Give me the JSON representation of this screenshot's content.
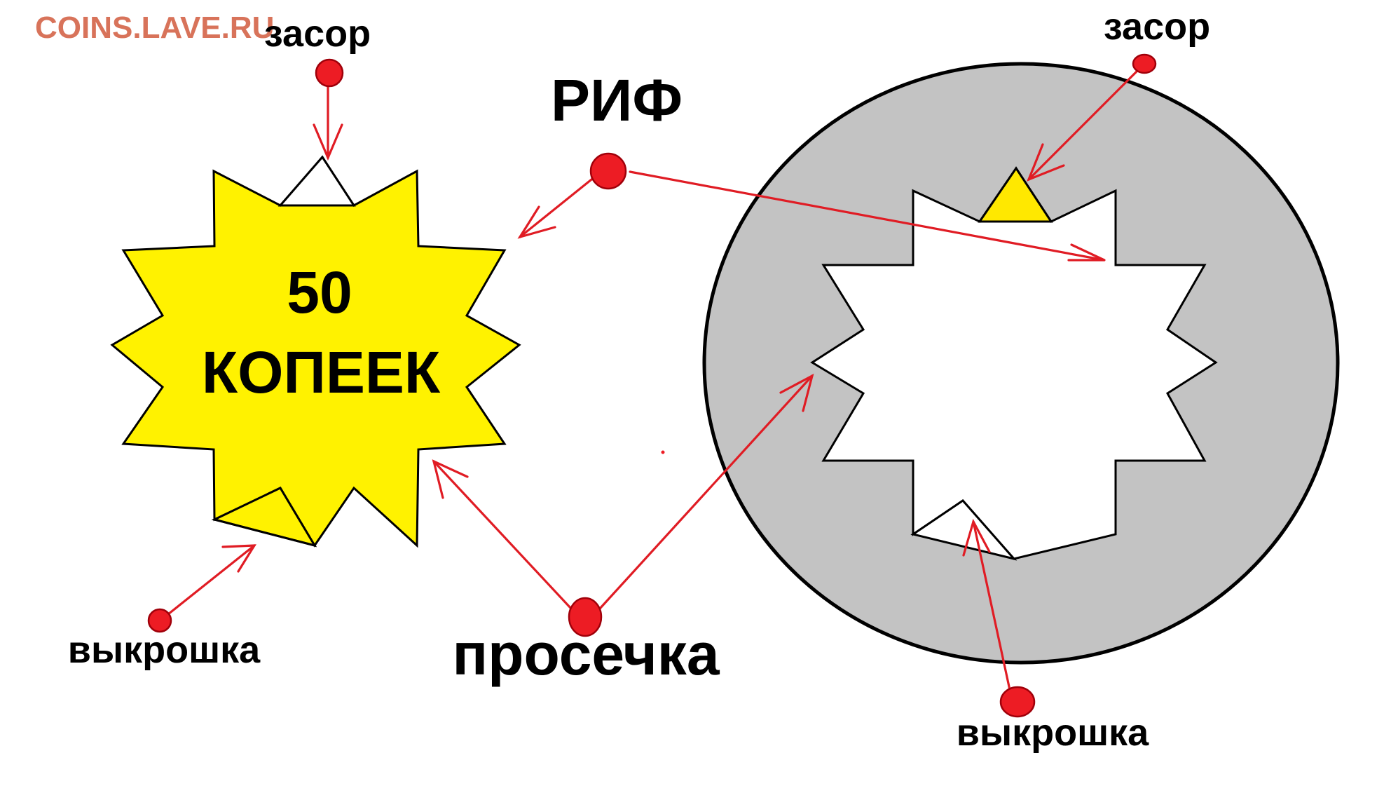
{
  "watermark": "COINS.LAVE.RU",
  "coin": {
    "line1": "50",
    "line2": "КОПЕЕК",
    "fill_color": "#fff200"
  },
  "die": {
    "fill_color": "#c3c3c3",
    "defect_fill_color": "#ffe800"
  },
  "labels": {
    "left_blockage": "засор",
    "right_blockage": "засор",
    "rif": "РИФ",
    "left_chip": "выкрошка",
    "right_chip": "выкрошка",
    "notch": "просечка"
  },
  "colors": {
    "arrow": "#e01c24",
    "marker": "#ed1c24",
    "outline": "#000000"
  }
}
